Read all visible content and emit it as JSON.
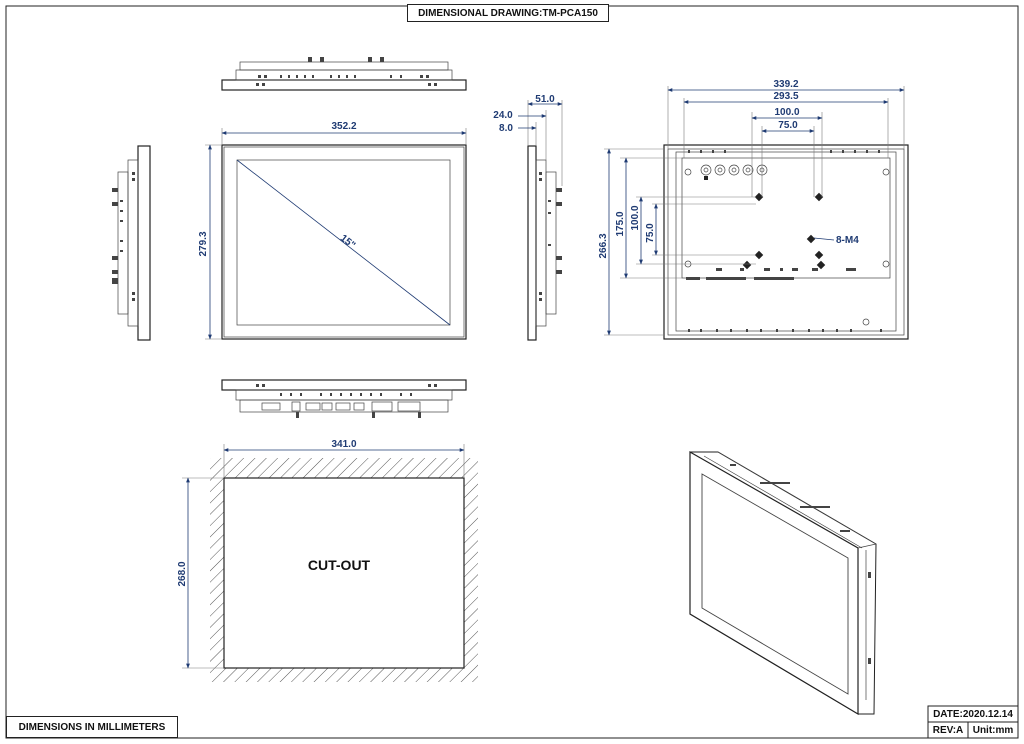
{
  "title": "DIMENSIONAL DRAWING:TM-PCA150",
  "footer": {
    "units_note": "DIMENSIONS IN MILLIMETERS",
    "date": "DATE:2020.12.14",
    "rev": "REV:A",
    "unit": "Unit:mm"
  },
  "front_view": {
    "width": "352.2",
    "height": "279.3",
    "diagonal": "15\""
  },
  "side_view": {
    "depth_total": "51.0",
    "depth_body": "24.0",
    "bezel": "8.0"
  },
  "rear_view": {
    "outer_width": "339.2",
    "bracket_width": "293.5",
    "vesa_100": "100.0",
    "vesa_75": "75.0",
    "outer_height": "266.3",
    "bracket_height": "175.0",
    "vesa_v100": "100.0",
    "vesa_v75": "75.0",
    "screws": "8-M4"
  },
  "cutout": {
    "width": "341.0",
    "height": "268.0",
    "label": "CUT-OUT"
  },
  "colors": {
    "dimension": "#1f3b73",
    "edge": "#222222",
    "hatch": "#555555"
  }
}
